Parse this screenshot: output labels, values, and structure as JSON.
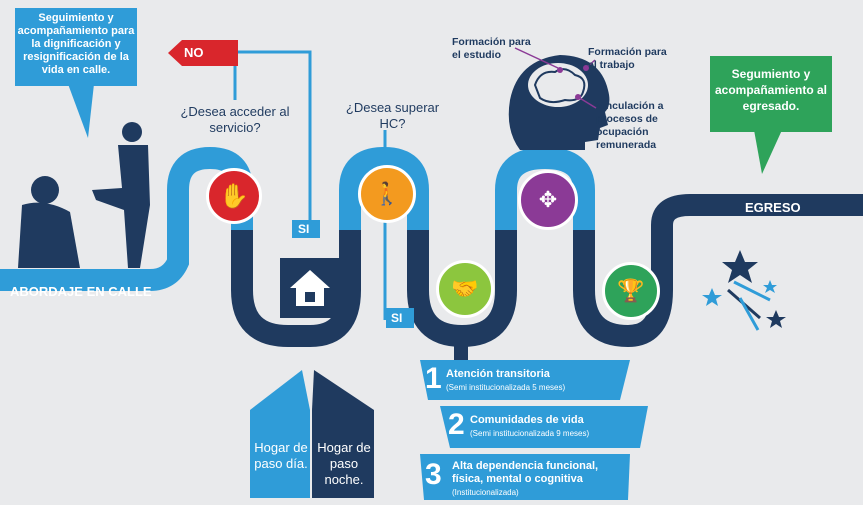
{
  "bubbles": {
    "top_left": "Seguimiento y acompañamiento para la dignificación y resignificación de la vida en calle.",
    "top_right": "Segumiento y acompañamiento al egresado."
  },
  "labels": {
    "start": "ABORDAJE EN CALLE",
    "end": "EGRESO",
    "no": "NO",
    "si_1": "SI",
    "si_2": "SI"
  },
  "questions": {
    "q1": "¿Desea acceder al servicio?",
    "q2": "¿Desea superar HC?"
  },
  "brain": {
    "estudio": "Formación para el estudio",
    "trabajo": "Formación para el trabajo",
    "vinculacion": "Vinculación a procesos de ocupación remunerada"
  },
  "hogar": {
    "dia": "Hogar de paso día.",
    "noche": "Hogar de paso noche."
  },
  "steps": [
    {
      "num": "1",
      "title": "Atención transitoria",
      "sub": "(Semi institucionalizada 5 meses)"
    },
    {
      "num": "2",
      "title": "Comunidades de vida",
      "sub": "(Semi institucionalizada 9 meses)"
    },
    {
      "num": "3",
      "title": "Alta dependencia funcional, física, mental o cognitiva",
      "sub": "(Institucionalizada)"
    }
  ],
  "colors": {
    "dark_blue": "#1f3a5f",
    "light_blue": "#2f9cd8",
    "red": "#d9262c",
    "orange": "#f39a1f",
    "lime": "#8cc63e",
    "purple": "#8b3a96",
    "green": "#2ea35a"
  }
}
